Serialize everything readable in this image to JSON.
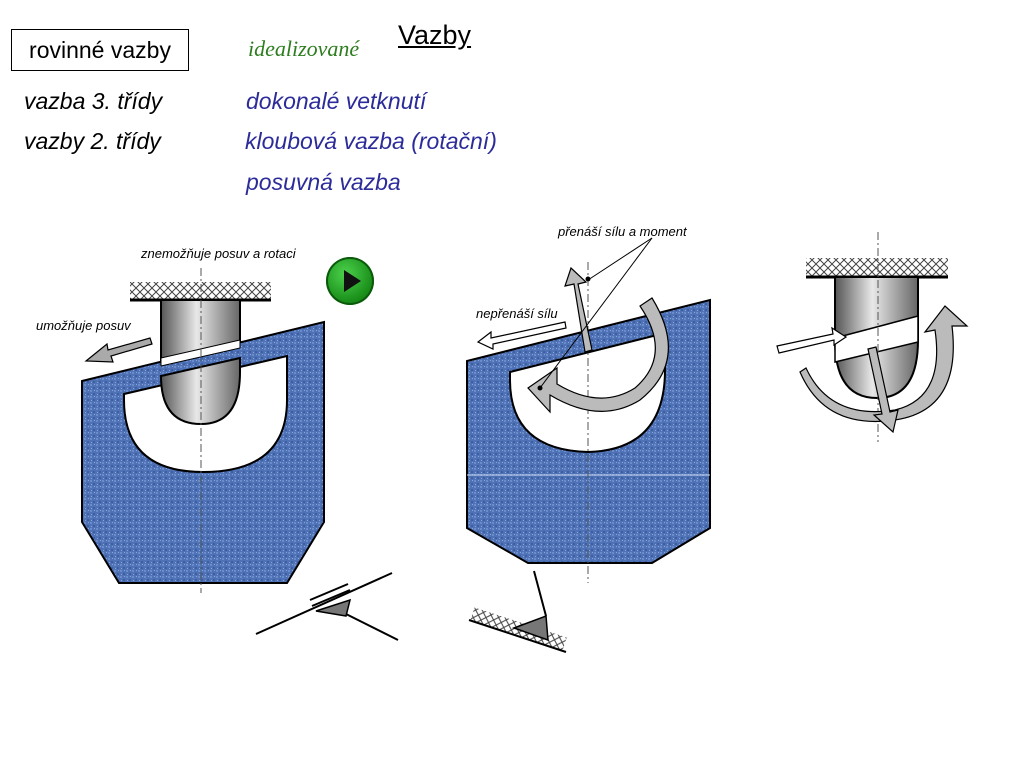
{
  "header": {
    "box_label": "rovinné vazby",
    "idealized": "idealizované",
    "title": "Vazby"
  },
  "rows": [
    {
      "left": "vazba 3. třídy",
      "right": "dokonalé vetknutí"
    },
    {
      "left": "vazby 2. třídy",
      "right": "kloubová vazba (rotační)"
    },
    {
      "left": "",
      "right": "posuvná vazba"
    }
  ],
  "annotations": {
    "prevents": "znemožňuje posuv a rotaci",
    "allows": "umožňuje posuv",
    "transmits": "přenáší sílu a moment",
    "not_transmits": "nepřenáší sílu"
  },
  "controls": {
    "play_icon": "play-icon"
  },
  "colors": {
    "fabric": "#4f72b6",
    "accent_green": "#2e7d1f",
    "text_blue": "#2b2b9a",
    "play": "#1ea51e"
  }
}
